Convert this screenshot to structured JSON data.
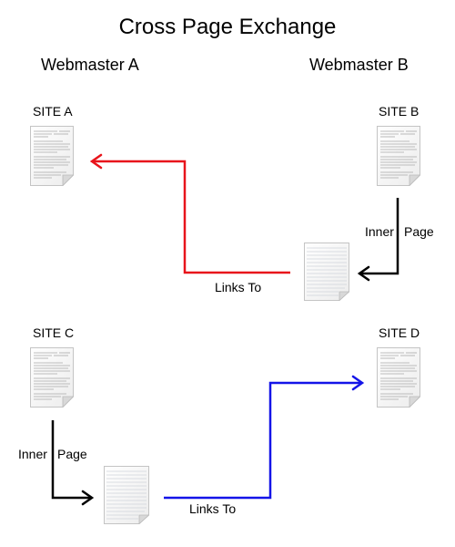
{
  "title": "Cross Page Exchange",
  "webmasters": {
    "a": "Webmaster A",
    "b": "Webmaster B"
  },
  "sites": {
    "a": "SITE A",
    "b": "SITE B",
    "c": "SITE C",
    "d": "SITE D"
  },
  "inner_page": {
    "word1": "Inner",
    "word2": "Page"
  },
  "links_to": "Links To",
  "colors": {
    "red_arrow": "#e8141b",
    "blue_arrow": "#1414e8",
    "black_arrow": "#000000"
  }
}
